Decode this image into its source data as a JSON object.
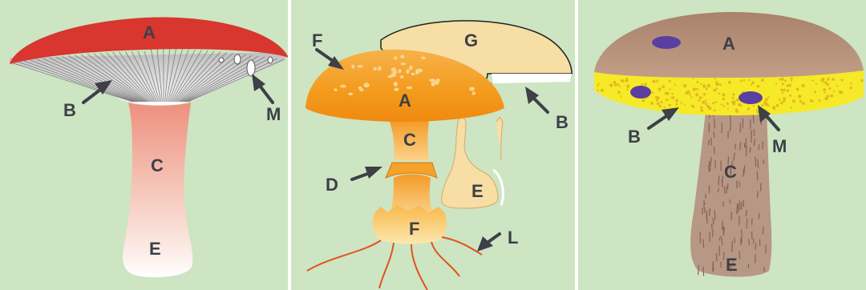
{
  "colors": {
    "background": "#cde5c2",
    "arrow": "#3d4047",
    "label": "#3d4047",
    "russula_cap": "#d8362e",
    "russula_gills": "#ffffff",
    "russula_stem": "#f3b4a6",
    "amanita_cap": "#f39a1c",
    "amanita_spots": "#f8d48e",
    "amanita_stem": "#f8c464",
    "amanita_roots": "#e3521d",
    "egg_mushroom": "#f6dea5",
    "bolete_cap": "#b28d76",
    "bolete_pores": "#f6e927",
    "bolete_spots": "#5a3fa0",
    "bolete_stem": "#b79785"
  },
  "panels": [
    {
      "id": "russula",
      "labels": {
        "A": "A",
        "B": "B",
        "C": "C",
        "E": "E",
        "M": "M"
      }
    },
    {
      "id": "amanita",
      "labels": {
        "F1": "F",
        "G": "G",
        "A": "A",
        "B": "B",
        "C": "C",
        "D": "D",
        "E": "E",
        "F2": "F",
        "L": "L"
      }
    },
    {
      "id": "bolete",
      "labels": {
        "A": "A",
        "B": "B",
        "C": "C",
        "M": "M",
        "E": "E"
      }
    }
  ]
}
